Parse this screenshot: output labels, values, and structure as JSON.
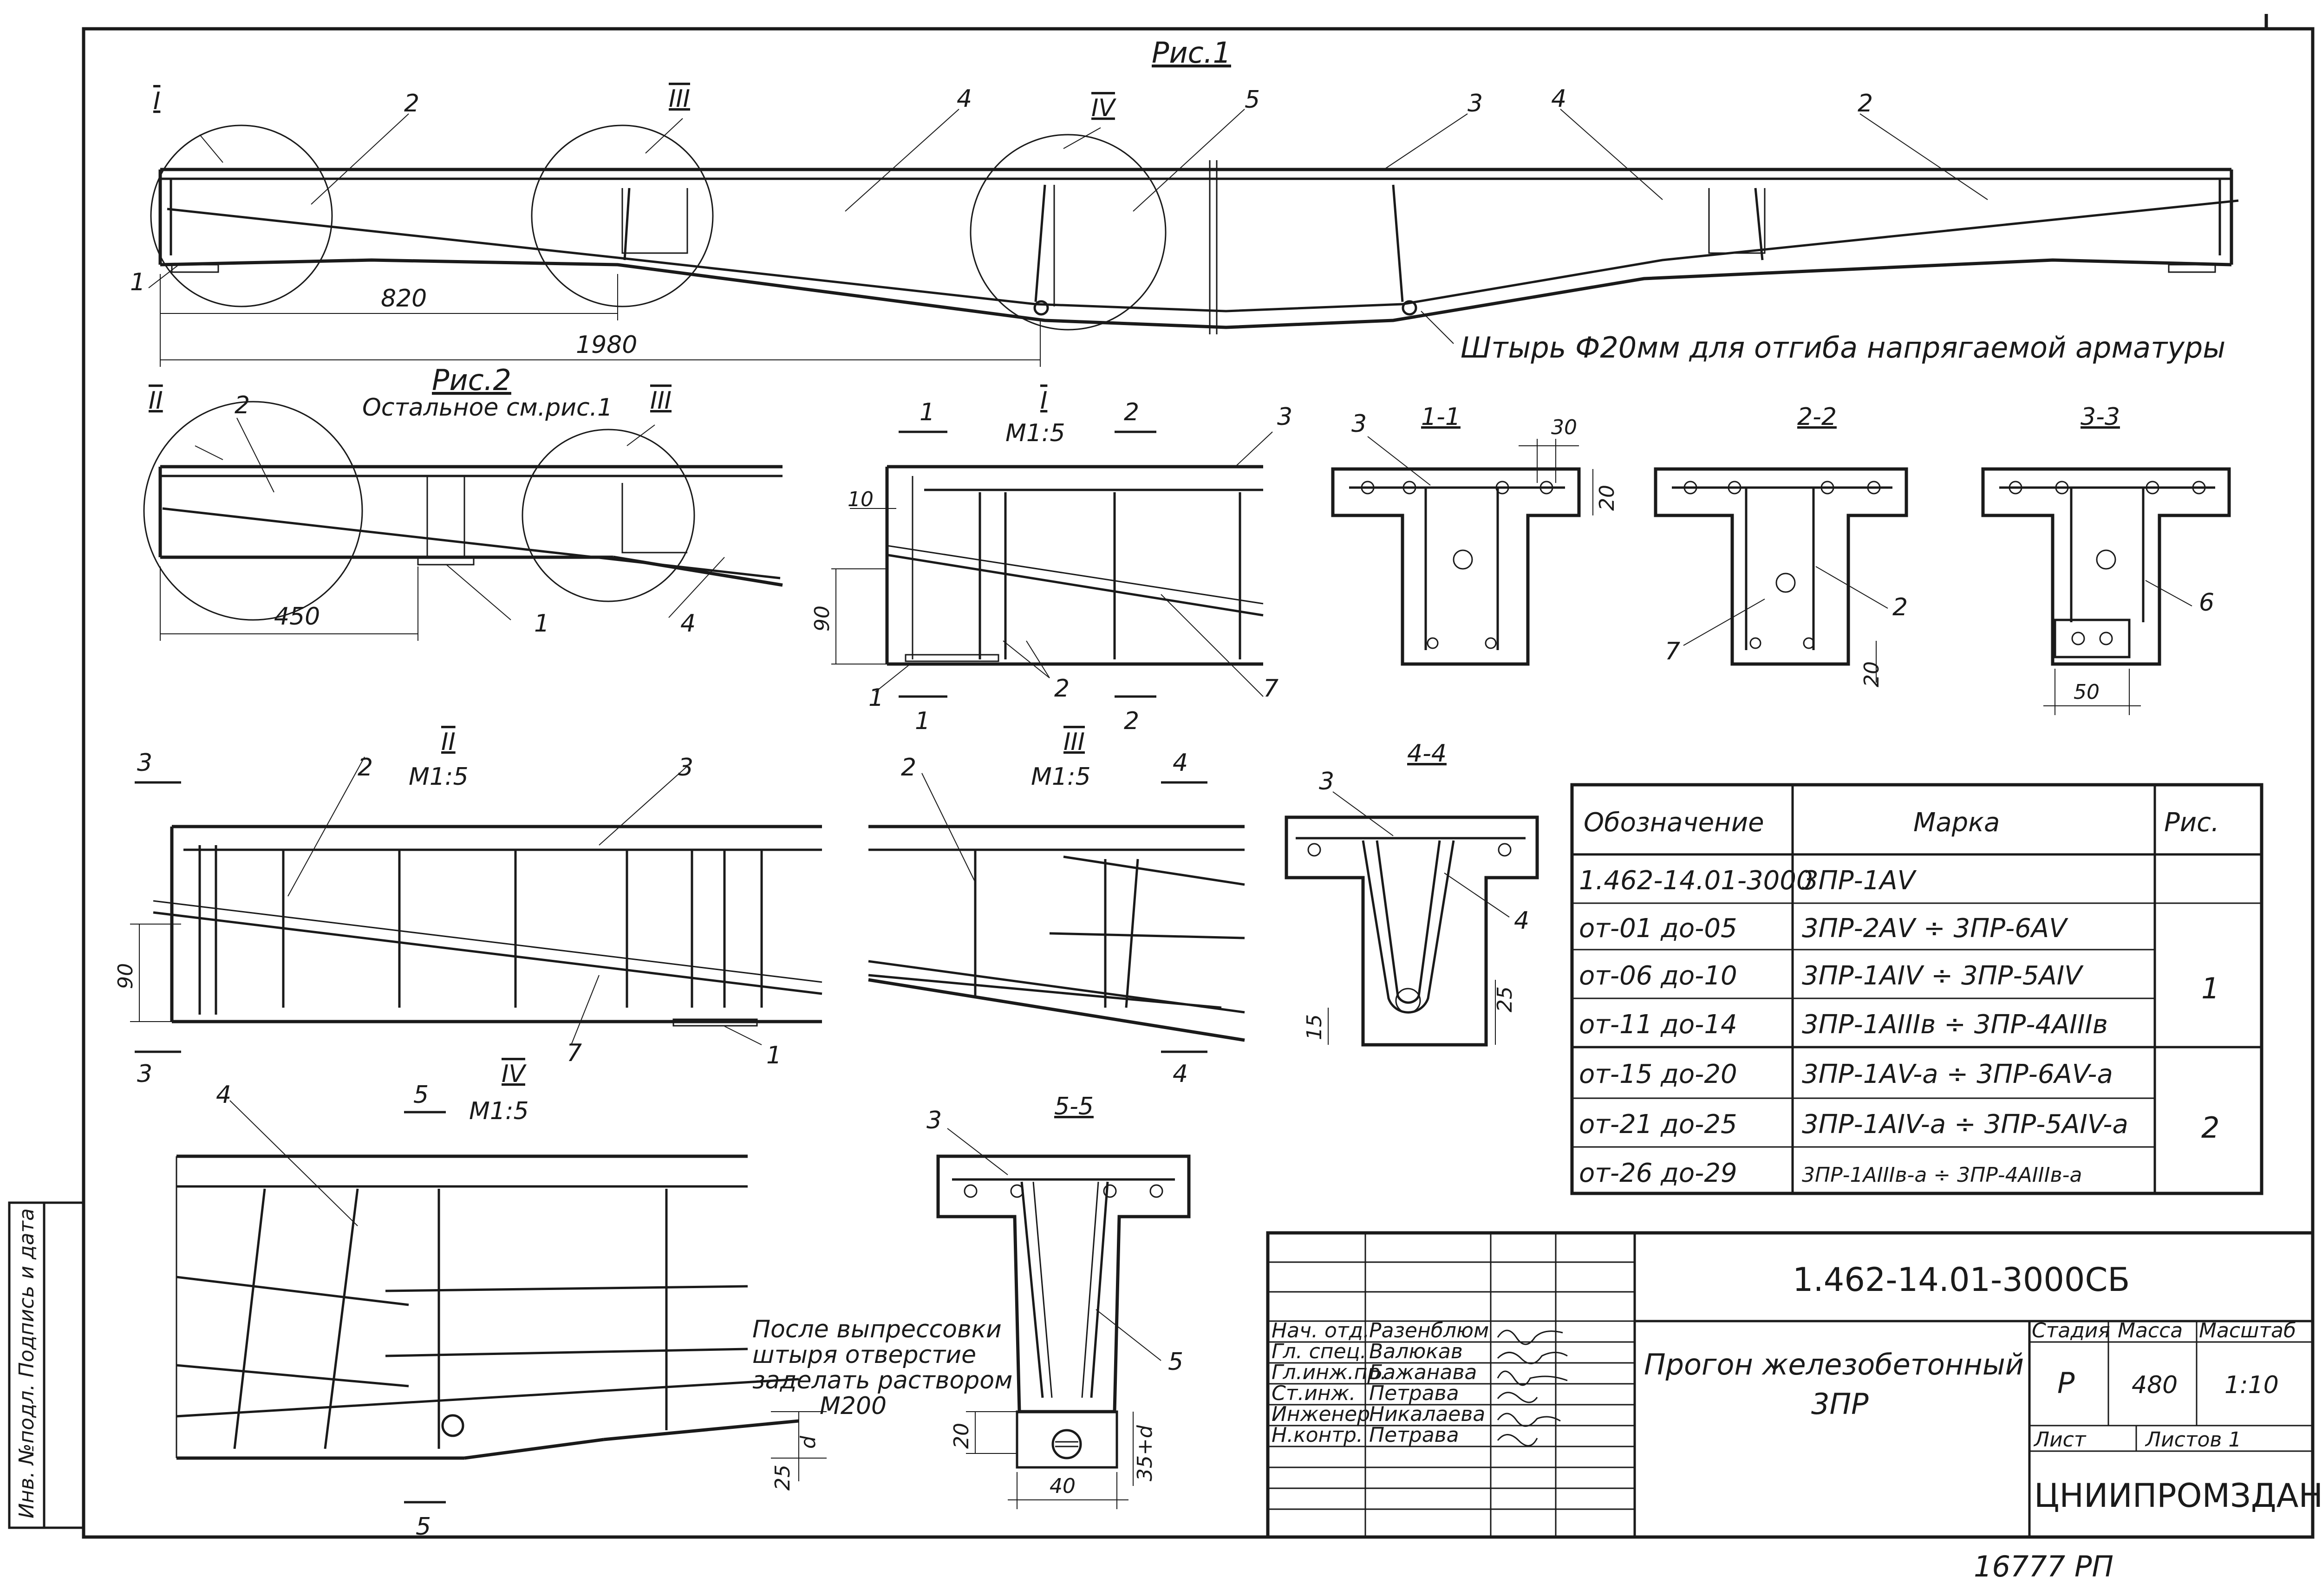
{
  "figure_titles": {
    "fig1": "Рис.1",
    "fig2": "Рис.2",
    "fig2_note": "Остальное см.рис.1"
  },
  "fig1": {
    "callouts": [
      "I",
      "III",
      "IV",
      "2",
      "4",
      "5",
      "3",
      "4",
      "2",
      "1"
    ],
    "dims": [
      "820",
      "1980"
    ],
    "pin_note": "Штырь Ф20мм для отгиба напрягаемой арматуры"
  },
  "fig2": {
    "callouts": [
      "II",
      "III",
      "2",
      "1",
      "4"
    ],
    "dims": [
      "450"
    ]
  },
  "detail_I": {
    "title": "I",
    "scale": "М1:5",
    "callouts": [
      "1",
      "2",
      "3",
      "7",
      "1",
      "2"
    ],
    "cuts": [
      "1",
      "1",
      "2",
      "2"
    ],
    "dims": [
      "10",
      "90"
    ]
  },
  "detail_II": {
    "title": "II",
    "scale": "М1:5",
    "callouts": [
      "2",
      "3",
      "7",
      "1"
    ],
    "cuts": [
      "3",
      "3"
    ],
    "dims": [
      "90"
    ]
  },
  "detail_III": {
    "title": "III",
    "scale": "М1:5",
    "callouts": [
      "2"
    ],
    "cuts": [
      "4",
      "4"
    ]
  },
  "detail_IV": {
    "title": "IV",
    "scale": "М1:5",
    "callouts": [
      "4"
    ],
    "cuts": [
      "5",
      "5"
    ],
    "dims": [
      "d",
      "25"
    ],
    "note": [
      "После выпрессовки",
      "штыря отверстие",
      "заделать раствором",
      "М200"
    ]
  },
  "sections": {
    "s11": {
      "title": "1-1",
      "callouts": [
        "3"
      ],
      "dims": [
        "30",
        "20"
      ]
    },
    "s22": {
      "title": "2-2",
      "callouts": [
        "2",
        "7"
      ],
      "dims": [
        "20"
      ]
    },
    "s33": {
      "title": "3-3",
      "callouts": [
        "6"
      ],
      "dims": [
        "50"
      ]
    },
    "s44": {
      "title": "4-4",
      "callouts": [
        "3",
        "4"
      ],
      "dims": [
        "15",
        "25"
      ]
    },
    "s55": {
      "title": "5-5",
      "callouts": [
        "3",
        "5"
      ],
      "dims": [
        "20",
        "40",
        "35+d"
      ]
    }
  },
  "spec_table": {
    "headers": [
      "Обозначение",
      "Марка",
      "Рис."
    ],
    "rows": [
      {
        "designation": "1.462-14.01-3000",
        "mark": "3ПР-1АV"
      },
      {
        "designation": "от-01 до-05",
        "mark": "3ПР-2АV ÷ 3ПР-6АV"
      },
      {
        "designation": "от-06 до-10",
        "mark": "3ПР-1АIV ÷ 3ПР-5АIV"
      },
      {
        "designation": "от-11 до-14",
        "mark": "3ПР-1АIIIв ÷ 3ПР-4АIIIв"
      },
      {
        "designation": "от-15 до-20",
        "mark": "3ПР-1АV-а ÷ 3ПР-6АV-а"
      },
      {
        "designation": "от-21 до-25",
        "mark": "3ПР-1АIV-а ÷ 3ПР-5АIV-а"
      },
      {
        "designation": "от-26 до-29",
        "mark": "3ПР-1АIIIв-а ÷ 3ПР-4АIIIв-а"
      }
    ],
    "fig_groups": [
      "1",
      "2"
    ]
  },
  "title_block": {
    "doc_code": "1.462-14.01-3000СБ",
    "title_line1": "Прогон железобетонный",
    "title_line2": "3ПР",
    "signatures": [
      {
        "role": "Нач. отд.",
        "name": "Разенблюм"
      },
      {
        "role": "Гл. спец.",
        "name": "Валюкав"
      },
      {
        "role": "Гл.инж.пр.",
        "name": "Бажанава"
      },
      {
        "role": "Ст.инж.",
        "name": "Петрава"
      },
      {
        "role": "Инженер",
        "name": "Никалаева"
      },
      {
        "role": "Н.контр.",
        "name": "Петрава"
      }
    ],
    "stage_label": "Стадия",
    "mass_label": "Масса",
    "scale_label": "Масштаб",
    "stage": "Р",
    "mass": "480",
    "scale": "1:10",
    "sheet_label": "Лист",
    "sheets_label": "Листов 1",
    "org": "ЦНИИПРОМЗДАНИЙ"
  },
  "margin_label": "Инв. №подл. Подпись и дата",
  "footer": "16777 РП"
}
